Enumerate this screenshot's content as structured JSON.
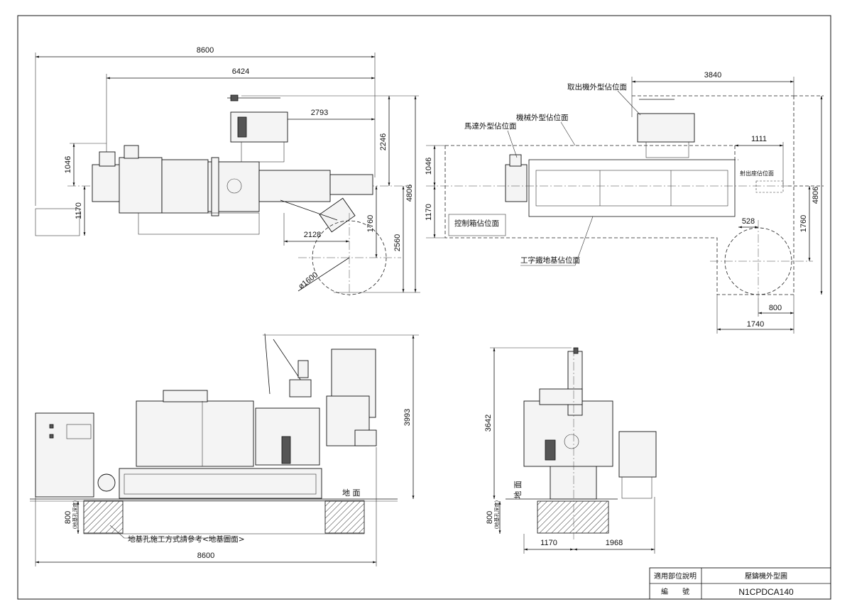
{
  "top_left_view": {
    "dims": {
      "overall_length": "8600",
      "length_6424": "6424",
      "length_2793": "2793",
      "height_2246": "2246",
      "height_4806": "4806",
      "height_1046": "1046",
      "height_1170": "1170",
      "length_2128": "2128",
      "height_1760": "1760",
      "height_2560": "2560",
      "diameter": "ø1600"
    }
  },
  "top_right_view": {
    "dims": {
      "width_3840": "3840",
      "width_1111": "1111",
      "height_1046": "1046",
      "height_1170": "1170",
      "height_4806": "4806",
      "height_1760": "1760",
      "width_528": "528",
      "width_800": "800",
      "width_1740": "1740"
    },
    "labels": {
      "extractor_area": "取出機外型佔位面",
      "machine_area": "機械外型佔位面",
      "motor_area": "馬達外型佔位面",
      "injection_area": "射出座佔位面",
      "control_box_area": "控制箱佔位面",
      "i_beam_area": "工字鐵地基佔位面"
    }
  },
  "front_view": {
    "dims": {
      "height_3993": "3993",
      "depth_800": "800",
      "overall_length": "8600"
    },
    "labels": {
      "ground": "地 面",
      "pit_depth": "(地基孔深度)",
      "foundation_note": "地基孔施工方式請參考<地基圖面>"
    }
  },
  "side_view": {
    "dims": {
      "height_3642": "3642",
      "depth_800": "800",
      "width_1170": "1170",
      "width_1968": "1968"
    },
    "labels": {
      "ground": "地 面",
      "pit_depth": "(地基孔深度)"
    }
  },
  "title_block": {
    "applicable_label": "適用部位說明",
    "drawing_title": "壓鑄機外型圖",
    "number_label": "編　　號",
    "drawing_number": "N1CPDCA140"
  }
}
